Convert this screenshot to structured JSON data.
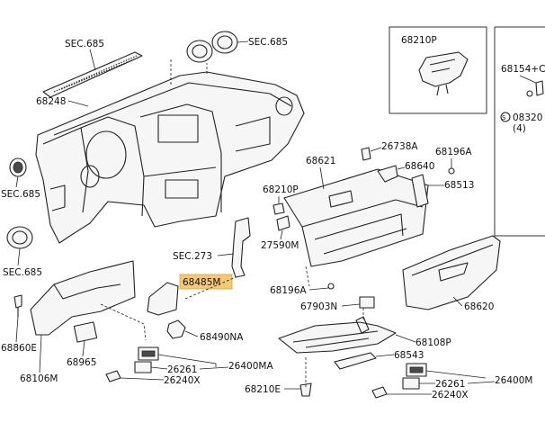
{
  "labels": {
    "sec685_top": "SEC.685",
    "sec685_vent": "SEC.685",
    "p68248": "68248",
    "sec685_left1": "SEC.685",
    "sec685_left2": "SEC.685",
    "sec273": "SEC.273",
    "p68485m": "68485M",
    "p68490na": "68490NA",
    "p68860e": "68860E",
    "p68965": "68965",
    "p68106m": "68106M",
    "p26261_a": "26261",
    "p26400ma": "26400MA",
    "p26240x_a": "26240X",
    "p68621": "68621",
    "p26738a": "26738A",
    "p68196a_top": "68196A",
    "p68640": "68640",
    "p68513": "68513",
    "p68210p_mid": "68210P",
    "p27590m": "27590M",
    "p68196a_mid": "68196A",
    "p67903n": "67903N",
    "p68620": "68620",
    "p68108p": "68108P",
    "p68543": "68543",
    "p68210e": "68210E",
    "p26261_b": "26261",
    "p26400m": "26400M",
    "p26240x_b": "26240X",
    "inset_left_title": "68210P",
    "inset_right_label": "68154+C",
    "inset_right_bolt": "08320",
    "inset_right_qty": "(4)"
  },
  "highlight_color": "#f7c873"
}
